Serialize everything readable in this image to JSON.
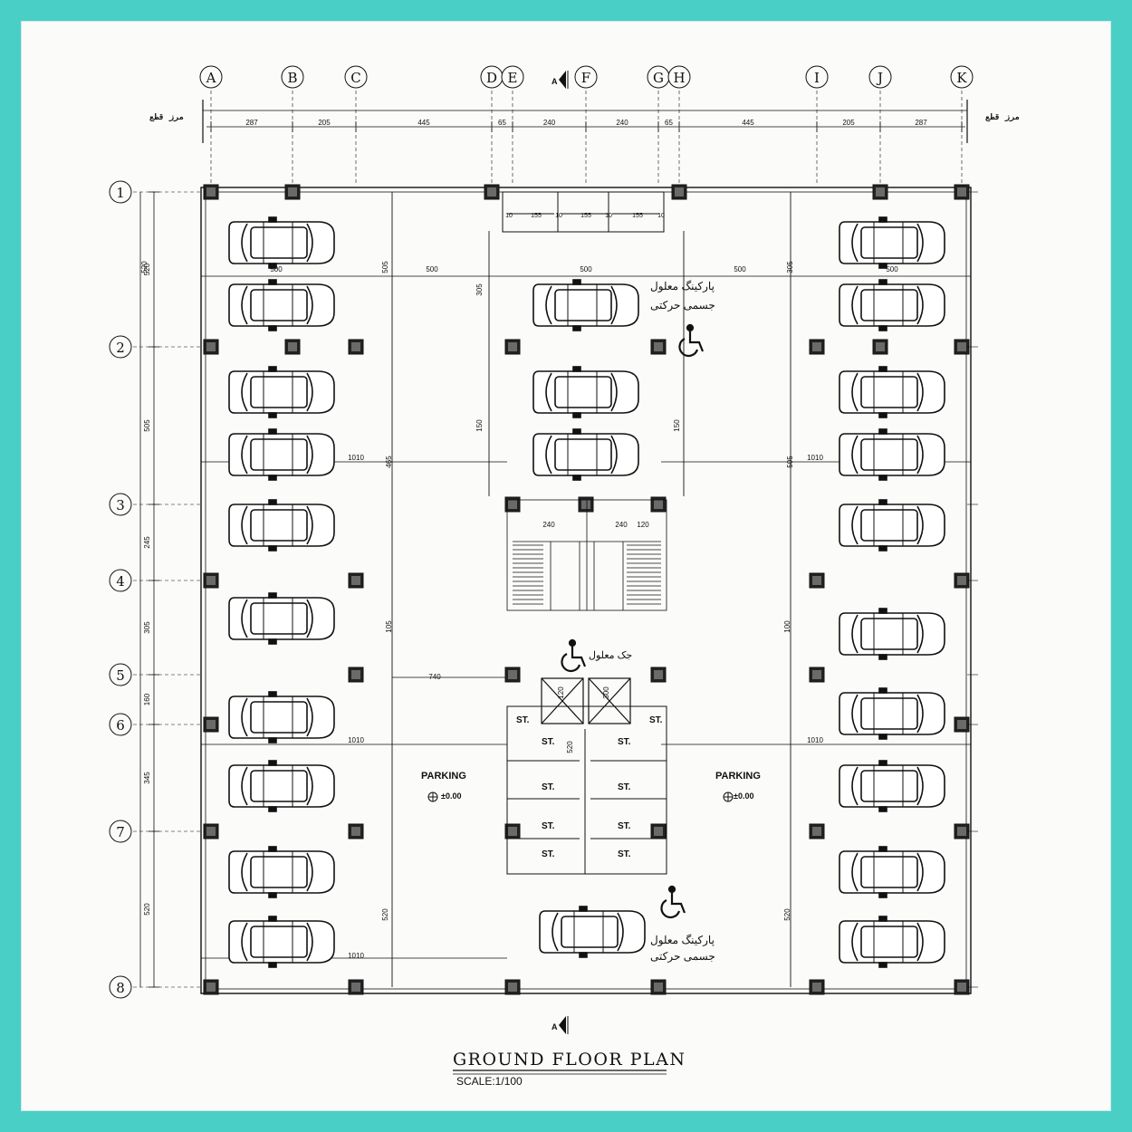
{
  "plan": {
    "title": "GROUND FLOOR PLAN",
    "scale": "SCALE:1/100",
    "section_mark": "A",
    "border_label": "مرز قطع"
  },
  "grid": {
    "columns": [
      "A",
      "B",
      "C",
      "D",
      "E",
      "F",
      "G",
      "H",
      "I",
      "J",
      "K"
    ],
    "rows": [
      "1",
      "2",
      "3",
      "4",
      "5",
      "6",
      "7",
      "8"
    ]
  },
  "dimensions": {
    "top": [
      "287",
      "205",
      "445",
      "65",
      "240",
      "240",
      "65",
      "445",
      "205",
      "287"
    ],
    "left": [
      "520",
      "505",
      "245",
      "305",
      "160",
      "345",
      "520"
    ],
    "door_widths": [
      "10",
      "155",
      "10",
      "155",
      "10",
      "155",
      "10"
    ],
    "bay": "500",
    "depth": "1010",
    "stair": [
      "240",
      "240",
      "120"
    ],
    "misc": [
      "520",
      "505",
      "305",
      "465",
      "150",
      "150",
      "105",
      "100",
      "740",
      "120",
      "300",
      "520",
      "505",
      "305",
      "520",
      "520"
    ]
  },
  "labels": {
    "parking": "PARKING",
    "level": "±0.00",
    "storage": "ST.",
    "accessible_parking_1": "پارکینگ معلول",
    "accessible_parking_2": "جسمی حرکتی",
    "lift": "جک معلول"
  },
  "colors": {
    "line": "#111111",
    "sheet": "#fbfbf9",
    "frame": "#49cfc5"
  }
}
